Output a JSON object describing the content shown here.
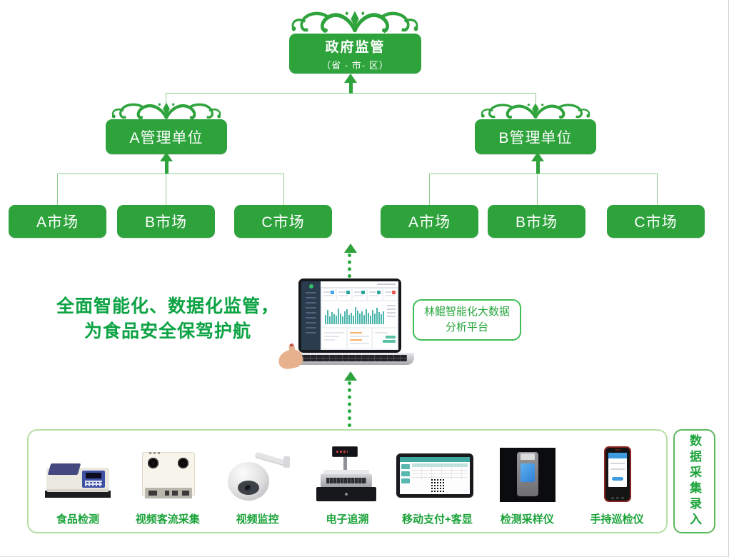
{
  "colors": {
    "box_green": "#2ea33c",
    "line_green": "#8fcd8f",
    "arrow_green": "#24a93a",
    "label_green": "#1ba33a",
    "device_border": "#b5dfa4"
  },
  "org_chart": {
    "root": {
      "title": "政府监管",
      "subtitle": "（省 - 市- 区）"
    },
    "managers": [
      {
        "label": "A管理单位"
      },
      {
        "label": "B管理单位"
      }
    ],
    "markets_left": [
      "A市场",
      "B市场",
      "C市场"
    ],
    "markets_right": [
      "A市场",
      "B市场",
      "C市场"
    ]
  },
  "slogan": {
    "line1": "全面智能化、数据化监管，",
    "line2": "为食品安全保驾护航"
  },
  "platform_label": {
    "line1": "林鲲智能化大数据",
    "line2": "分析平台"
  },
  "laptop_screen": {
    "menu_count": 9,
    "card_colors": [
      "#42a5f5",
      "#26a69a",
      "#26a69a",
      "#26a69a",
      "#ef5350"
    ],
    "bars": [
      45,
      70,
      38,
      62,
      50,
      44,
      78,
      55,
      40,
      66,
      74,
      48,
      58,
      42,
      85,
      68,
      52,
      64,
      48,
      76,
      58,
      44,
      70,
      54,
      82,
      60,
      50,
      66
    ]
  },
  "devices": [
    {
      "id": "food-testing",
      "label": "食品检测"
    },
    {
      "id": "video-flow-capture",
      "label": "视频客流采集"
    },
    {
      "id": "video-surveillance",
      "label": "视频监控"
    },
    {
      "id": "electronic-trace",
      "label": "电子追溯"
    },
    {
      "id": "mobile-pay-display",
      "label": "移动支付+客显"
    },
    {
      "id": "sampling-analyzer",
      "label": "检测采样仪"
    },
    {
      "id": "handheld-inspector",
      "label": "手持巡检仪"
    }
  ],
  "side_panel": {
    "text": "数据采集录入"
  }
}
